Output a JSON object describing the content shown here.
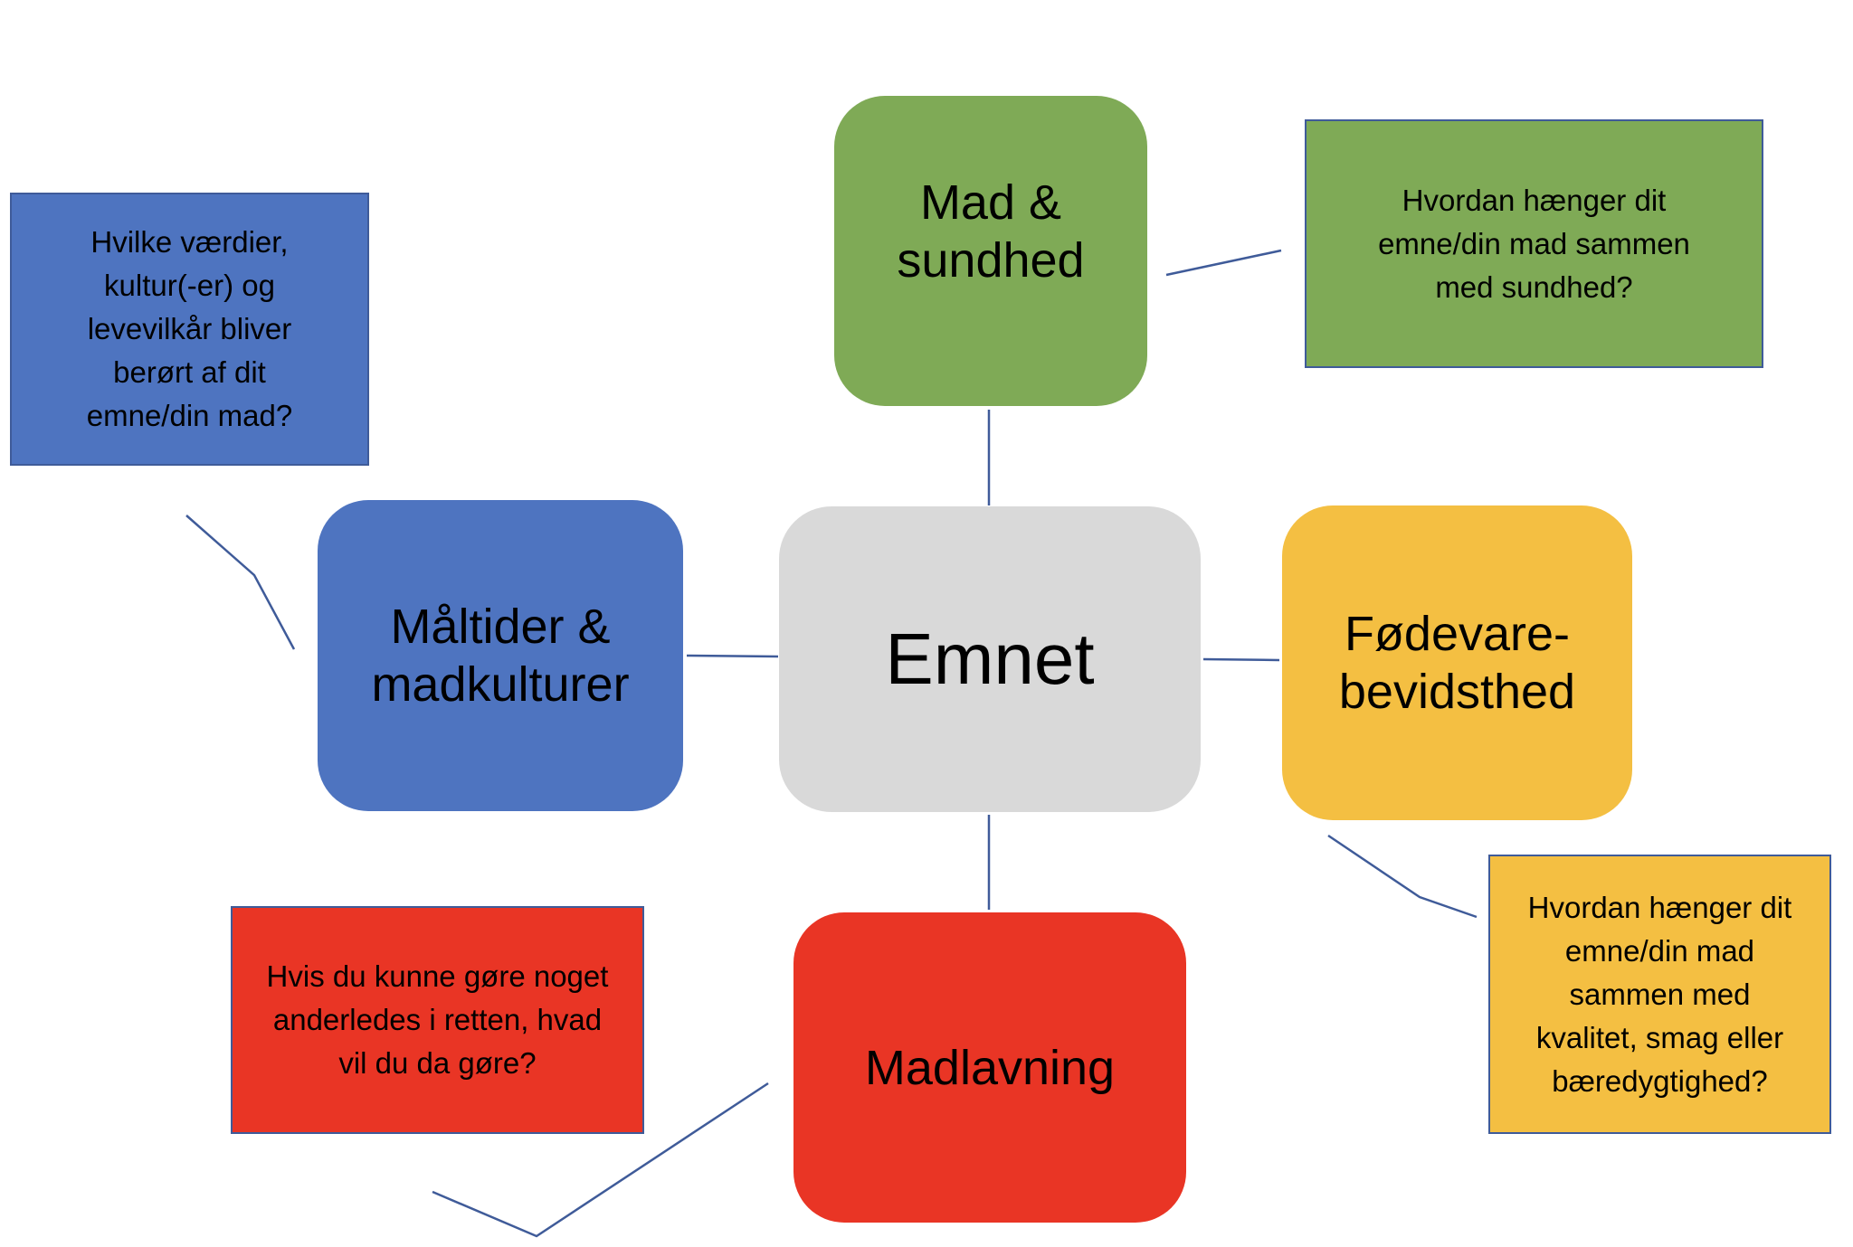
{
  "center": {
    "label": "Emnet"
  },
  "topics": {
    "health": {
      "label": "Mad &\nsundhed",
      "color": "#7faa56"
    },
    "meals": {
      "label": "Måltider &\nmadkulturer",
      "color": "#4e74c0"
    },
    "food": {
      "label": "Fødevare-\nbevidsthed",
      "color": "#f4bf42"
    },
    "cooking": {
      "label": "Madlavning",
      "color": "#e93525"
    }
  },
  "questions": {
    "health": {
      "text": "Hvordan hænger dit\nemne/din mad sammen\nmed sundhed?"
    },
    "meals": {
      "text": "Hvilke værdier,\nkultur(-er) og\nlevevilkår bliver\nberørt af dit\nemne/din mad?"
    },
    "food": {
      "text": "Hvordan hænger dit\nemne/din mad\nsammen med\nkvalitet, smag eller\nbæredygtighed?"
    },
    "cooking": {
      "text": "Hvis du kunne gøre noget\nanderledes i retten, hvad\nvil du da gøre?"
    }
  },
  "connector_color": "#3f5b99"
}
